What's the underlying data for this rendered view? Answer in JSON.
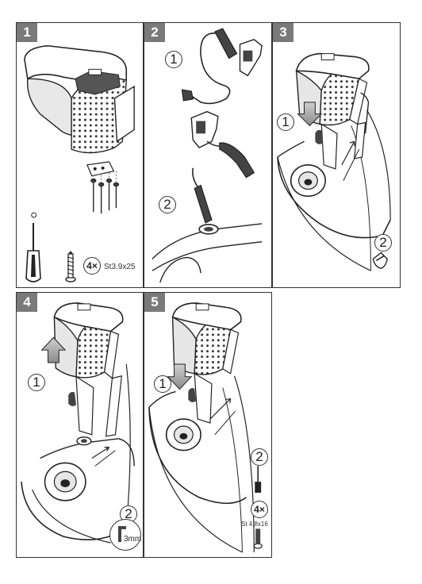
{
  "steps": [
    {
      "number": "1",
      "count": "4×",
      "screw_spec": "St3.9x25"
    },
    {
      "number": "2",
      "callout_1": "1",
      "callout_2": "2"
    },
    {
      "number": "3",
      "callout_1": "1",
      "callout_2": "2"
    },
    {
      "number": "4",
      "callout_1": "1",
      "callout_2": "2",
      "tool": "3mm"
    },
    {
      "number": "5",
      "callout_1": "1",
      "callout_2": "2",
      "count": "4×",
      "screw_spec": "St 4,8x16"
    }
  ],
  "icons": [
    "screwdriver-icon",
    "screw-icon",
    "cigarette-lighter-plug-icon",
    "armrest-console-icon",
    "push-down-arrow-icon",
    "pull-up-arrow-icon",
    "hex-key-icon"
  ]
}
